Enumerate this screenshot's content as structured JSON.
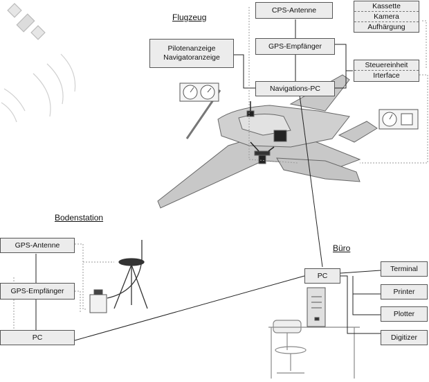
{
  "headings": {
    "aircraft": "Flugzeug",
    "ground_station": "Bodenstation",
    "office": "Büro"
  },
  "aircraft": {
    "gps_antenna": "CPS-Antenne",
    "gps_receiver": "GPS-Empfänger",
    "pilot_display": "Pilotenanzeige",
    "navigator_display": "Navigatoranzeige",
    "navigation_pc": "Navigations-PC",
    "recorder_items": [
      "Kassette",
      "Kamera",
      "Aufhärgung"
    ],
    "control_unit": "Steuereinheit",
    "interface": "Irterface"
  },
  "ground_station": {
    "gps_antenna": "GPS-Antenne",
    "gps_receiver": "GPS-Empfänger",
    "pc": "PC"
  },
  "office": {
    "pc": "PC",
    "terminal": "Terminal",
    "printer": "Printer",
    "plotter": "Plotter",
    "digitizer": "Digitizer"
  },
  "colors": {
    "box_fill": "#ececec",
    "aircraft_fill": "#cfcfcf",
    "line": "#222222",
    "dotted_line": "#9a9a9a"
  }
}
